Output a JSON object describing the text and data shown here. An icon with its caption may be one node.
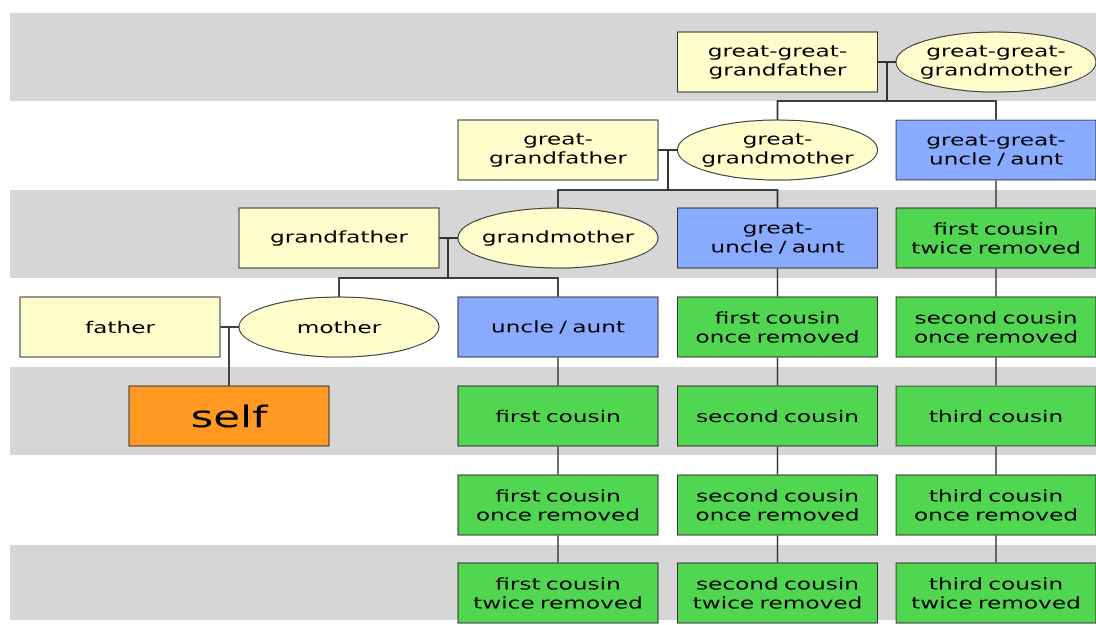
{
  "diagram": {
    "nodes": [
      {
        "text": [
          "great-great-grandfather"
        ]
      },
      {
        "text": [
          "great-great-grandmother"
        ]
      },
      {
        "text": [
          "great-grandfather"
        ]
      },
      {
        "text": [
          "great-grandmother"
        ]
      },
      {
        "text": [
          "great-great-uncle / aunt"
        ]
      },
      {
        "text": [
          "grandfather"
        ]
      },
      {
        "text": [
          "grandmother"
        ]
      },
      {
        "text": [
          "great-uncle / aunt"
        ]
      },
      {
        "text": [
          "first cousin twice removed"
        ]
      },
      {
        "text": [
          "father"
        ]
      },
      {
        "text": [
          "mother"
        ]
      },
      {
        "text": [
          "uncle / aunt"
        ]
      },
      {
        "text": [
          "first cousin once removed"
        ]
      },
      {
        "text": [
          "second cousin once removed"
        ]
      },
      {
        "text": [
          "self"
        ]
      },
      {
        "text": [
          "first cousin"
        ]
      },
      {
        "text": [
          "second cousin"
        ]
      },
      {
        "text": [
          "third cousin"
        ]
      },
      {
        "text": [
          "first cousin once removed"
        ]
      },
      {
        "text": [
          "second cousin once removed"
        ]
      },
      {
        "text": [
          "third cousin once removed"
        ]
      },
      {
        "text": [
          "first cousin twice removed"
        ]
      },
      {
        "text": [
          "second cousin twice removed"
        ]
      },
      {
        "text": [
          "third cousin twice removed"
        ]
      }
    ],
    "edges": [
      {
        "from": 0,
        "to": 1,
        "arrow": "none"
      },
      {
        "from": 0,
        "to": 3,
        "arrow": "none"
      },
      {
        "from": 1,
        "to": 3,
        "arrow": "none"
      },
      {
        "from": 0,
        "to": 4,
        "arrow": "none"
      },
      {
        "from": 1,
        "to": 4,
        "arrow": "none"
      },
      {
        "from": 2,
        "to": 3,
        "arrow": "none"
      },
      {
        "from": 2,
        "to": 6,
        "arrow": "none"
      },
      {
        "from": 3,
        "to": 6,
        "arrow": "none"
      },
      {
        "from": 2,
        "to": 7,
        "arrow": "none"
      },
      {
        "from": 3,
        "to": 7,
        "arrow": "none"
      },
      {
        "from": 4,
        "to": 8,
        "arrow": "none"
      },
      {
        "from": 5,
        "to": 6,
        "arrow": "none"
      },
      {
        "from": 5,
        "to": 10,
        "arrow": "none"
      },
      {
        "from": 6,
        "to": 10,
        "arrow": "none"
      },
      {
        "from": 5,
        "to": 11,
        "arrow": "none"
      },
      {
        "from": 6,
        "to": 11,
        "arrow": "none"
      },
      {
        "from": 7,
        "to": 12,
        "arrow": "none"
      },
      {
        "from": 8,
        "to": 13,
        "arrow": "none"
      },
      {
        "from": 9,
        "to": 10,
        "arrow": "none"
      },
      {
        "from": 9,
        "to": 14,
        "arrow": "none"
      },
      {
        "from": 10,
        "to": 14,
        "arrow": "none"
      },
      {
        "from": 11,
        "to": 15,
        "arrow": "none"
      },
      {
        "from": 12,
        "to": 16,
        "arrow": "none"
      },
      {
        "from": 13,
        "to": 17,
        "arrow": "none"
      },
      {
        "from": 15,
        "to": 18,
        "arrow": "none"
      },
      {
        "from": 16,
        "to": 19,
        "arrow": "none"
      },
      {
        "from": 17,
        "to": 20,
        "arrow": "none"
      },
      {
        "from": 18,
        "to": 21,
        "arrow": "none"
      },
      {
        "from": 19,
        "to": 22,
        "arrow": "none"
      },
      {
        "from": 20,
        "to": 23,
        "arrow": "none"
      }
    ]
  }
}
